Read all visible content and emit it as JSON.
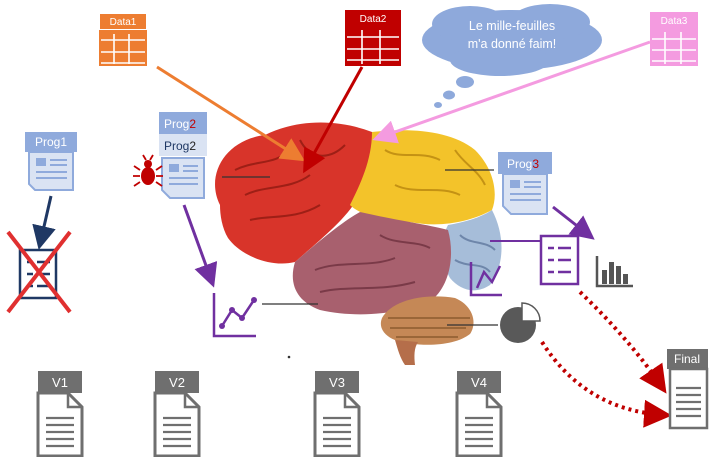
{
  "data_labels": {
    "data1": "Data1",
    "data2": "Data2",
    "data3": "Data3"
  },
  "prog_labels": {
    "prog1": "Prog1",
    "prog2_prefix": "Prog",
    "prog2_digit": "2",
    "prog2b_prefix": "Prog",
    "prog2b_digit": "2",
    "prog3_prefix": "Prog",
    "prog3_digit": "3"
  },
  "thought_bubble": {
    "line1": "Le mille-feuilles",
    "line2": "m'a donné faim!"
  },
  "versions": [
    "V1",
    "V2",
    "V3",
    "V4"
  ],
  "final_label": "Final",
  "icons": [
    "table-icon",
    "document-icon",
    "bug-icon",
    "line-chart-icon",
    "bar-chart-icon",
    "pie-chart-icon",
    "list-icon",
    "brain-illustration",
    "red-cross"
  ],
  "colors": {
    "data1": "#ED7D31",
    "data2": "#C00000",
    "data3": "#F49BE0",
    "prog_box": "#8FAADC",
    "prog_box_fill": "#DAE3F3",
    "prog_text_red": "#C00000",
    "purple": "#7030A0",
    "navy": "#1F3864",
    "cross": "#E03030",
    "gray_doc": "#6F6F6F",
    "bubble": "#8EA9DB",
    "dotted_red": "#C00000"
  }
}
